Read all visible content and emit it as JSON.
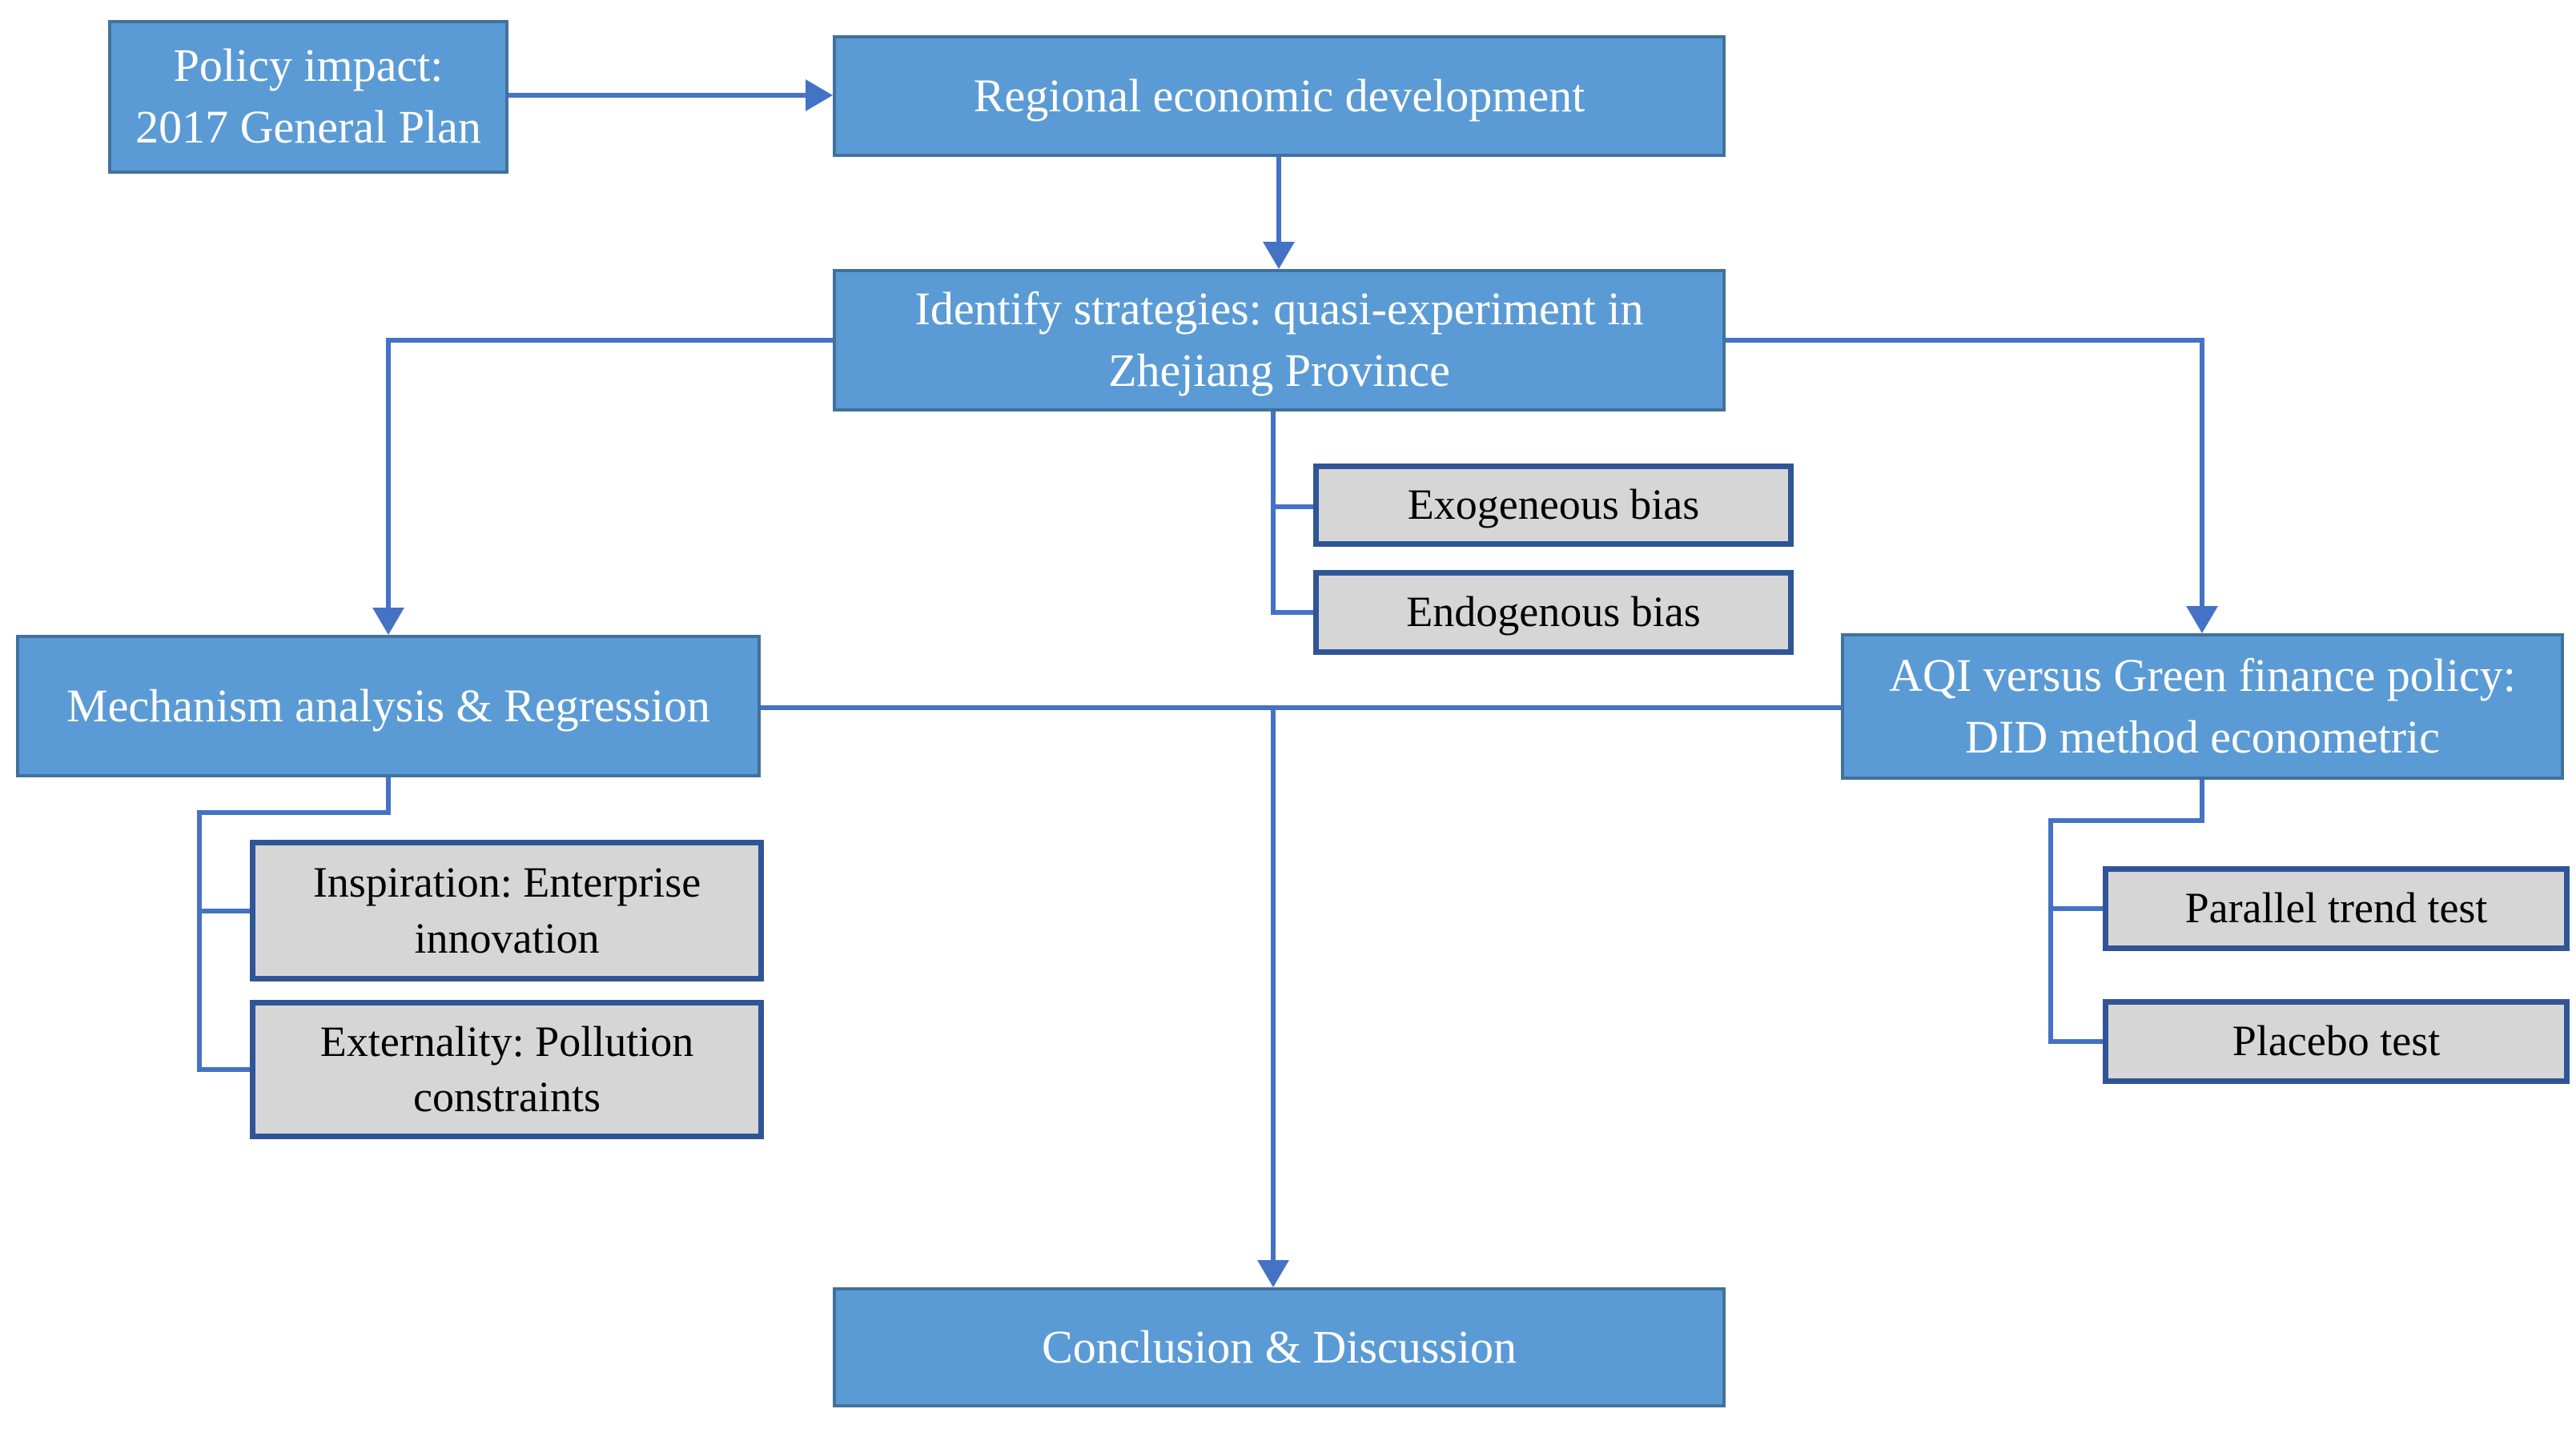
{
  "colors": {
    "box_blue_fill": "#5B9BD5",
    "box_blue_border": "#41719C",
    "box_gray_fill": "#D6D6D6",
    "box_gray_border": "#2F5597",
    "connector": "#4472C4",
    "text_on_blue": "#FFFFFF",
    "text_on_gray": "#000000"
  },
  "nodes": {
    "policy_impact": {
      "line1": "Policy impact:",
      "line2": "2017 General Plan"
    },
    "regional_development": {
      "line1": "Regional economic development"
    },
    "identify_strategies": {
      "line1": "Identify strategies: quasi-experiment in",
      "line2": "Zhejiang Province"
    },
    "exogeneous_bias": {
      "line1": "Exogeneous bias"
    },
    "endogenous_bias": {
      "line1": "Endogenous bias"
    },
    "mechanism_regression": {
      "line1": "Mechanism analysis & Regression"
    },
    "aqi_did": {
      "line1": "AQI versus Green finance policy:",
      "line2": "DID method econometric"
    },
    "inspiration_innovation": {
      "line1": "Inspiration: Enterprise",
      "line2": "innovation"
    },
    "externality_pollution": {
      "line1": "Externality: Pollution",
      "line2": "constraints"
    },
    "parallel_trend": {
      "line1": "Parallel trend test"
    },
    "placebo_test": {
      "line1": "Placebo test"
    },
    "conclusion": {
      "line1": "Conclusion & Discussion"
    }
  }
}
